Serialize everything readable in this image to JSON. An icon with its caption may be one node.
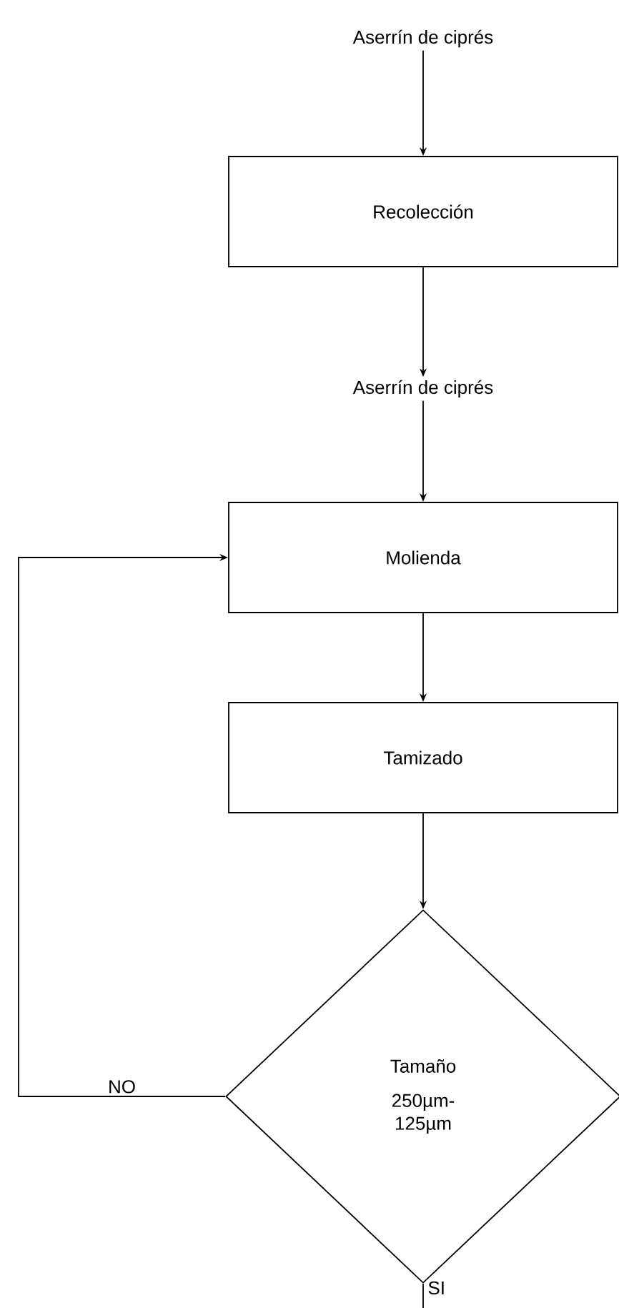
{
  "diagram": {
    "nodes": [
      {
        "text": [
          "Aserrín de ciprés"
        ]
      },
      {
        "text": [
          "Recolección"
        ]
      },
      {
        "text": [
          "Aserrín de ciprés"
        ]
      },
      {
        "text": [
          "Molienda"
        ]
      },
      {
        "text": [
          "Tamizado"
        ]
      },
      {
        "text": [
          "Tamaño",
          "250µm- 125µm"
        ]
      }
    ],
    "edges": [
      {
        "from": 0,
        "to": 1,
        "arrow": "to"
      },
      {
        "from": 1,
        "to": 2,
        "arrow": "to"
      },
      {
        "from": 2,
        "to": 3,
        "arrow": "to"
      },
      {
        "from": 3,
        "to": 4,
        "arrow": "to"
      },
      {
        "from": 4,
        "to": 5,
        "arrow": "to"
      },
      {
        "from": 5,
        "to": 3,
        "arrow": "to",
        "label": "NO"
      },
      {
        "from": 5,
        "to": null,
        "arrow": "none",
        "label": "SI"
      }
    ]
  }
}
